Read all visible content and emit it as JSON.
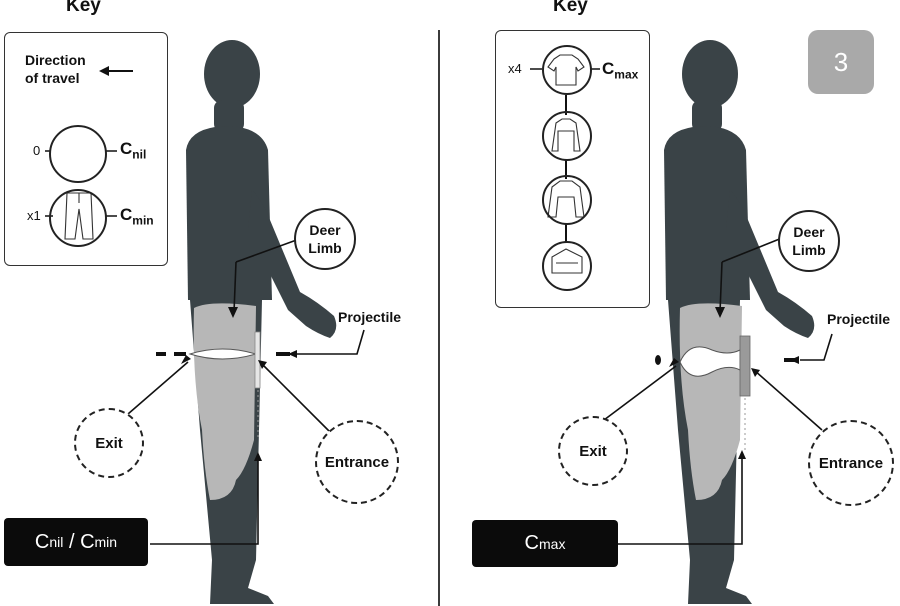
{
  "left": {
    "key_title": "Key",
    "direction_line1": "Direction",
    "direction_line2": "of travel",
    "nil_count": "0",
    "nil_c": "C",
    "nil_sub": "nil",
    "min_count": "x1",
    "min_c": "C",
    "min_sub": "min",
    "deer_line1": "Deer",
    "deer_line2": "Limb",
    "projectile": "Projectile",
    "exit": "Exit",
    "entrance": "Entrance",
    "box_c1": "C",
    "box_sub1": "nil",
    "box_sep": " / ",
    "box_c2": "C",
    "box_sub2": "min"
  },
  "right": {
    "key_title": "Key",
    "max_count": "x4",
    "max_c": "C",
    "max_sub": "max",
    "deer_line1": "Deer",
    "deer_line2": "Limb",
    "projectile": "Projectile",
    "exit": "Exit",
    "entrance": "Entrance",
    "box_c": "C",
    "box_sub": "max"
  },
  "badge": "3",
  "colors": {
    "body": "#3a4347",
    "limb": "#b7b7b7",
    "black": "#0b0b0b",
    "badge": "#a9a9a9"
  }
}
